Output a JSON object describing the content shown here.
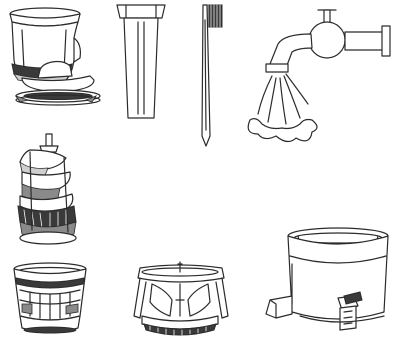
{
  "parts": [
    {
      "id": "juicing-drum-with-hopper",
      "icon": "juicer-drum-icon"
    },
    {
      "id": "pusher",
      "icon": "pusher-icon"
    },
    {
      "id": "cleaning-brush",
      "icon": "brush-icon"
    },
    {
      "id": "rinse-under-tap",
      "icon": "faucet-icon"
    },
    {
      "id": "auger",
      "icon": "auger-icon"
    },
    {
      "id": "juicing-screen",
      "icon": "screen-basket-icon"
    },
    {
      "id": "rotating-brush-holder",
      "icon": "brush-holder-icon"
    },
    {
      "id": "juicing-bowl",
      "icon": "bowl-icon"
    }
  ],
  "colors": {
    "line": "#2b2b2b",
    "dark": "#3a3a3a",
    "mid": "#8a8a8a",
    "light": "#cfcfcf",
    "background": "#ffffff"
  }
}
